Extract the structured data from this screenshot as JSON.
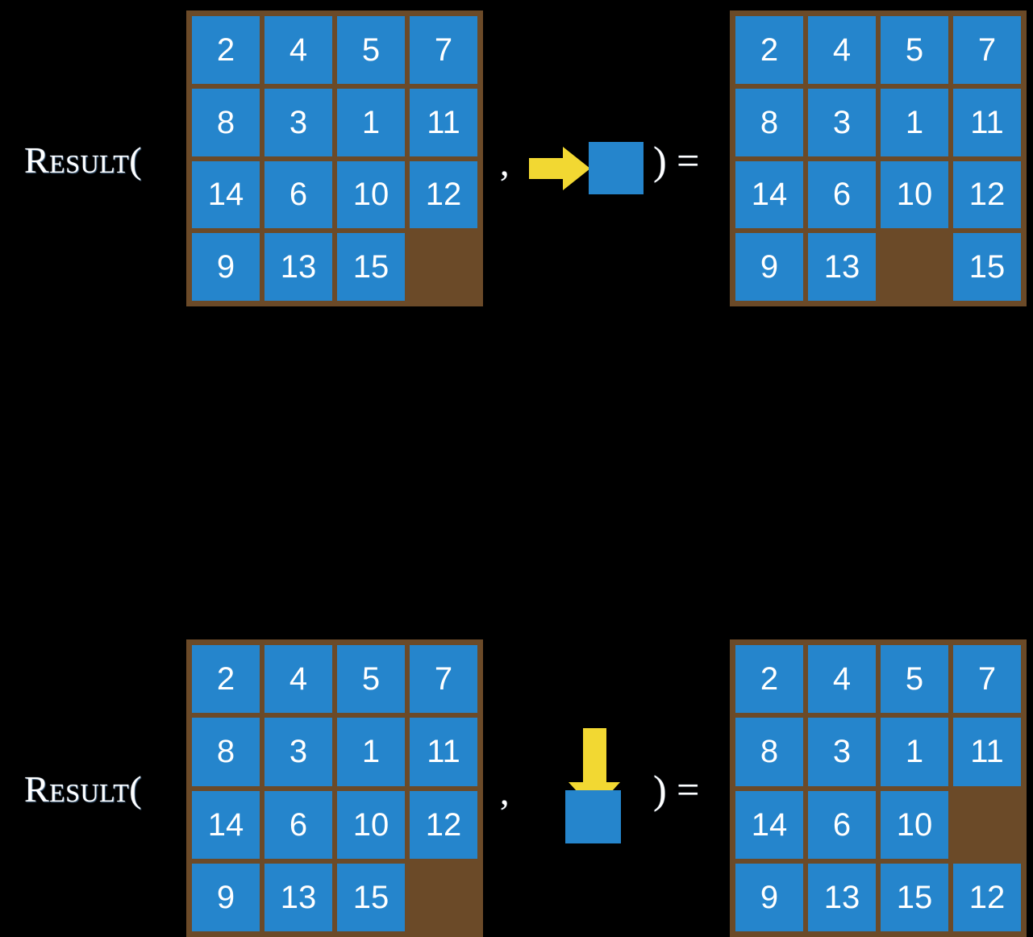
{
  "figure": {
    "title_text": "Result",
    "background_color": "#000000",
    "board_frame_color": "#6b4a28",
    "tile_color": "#2585cc",
    "tile_text_color": "#ffffff",
    "arrow_color": "#f2d832",
    "empty_label": ""
  },
  "rows": [
    {
      "name": "move-right-example",
      "label": "Result(",
      "comma": ",",
      "close_paren_equals": ") =",
      "input_board": {
        "rows": 4,
        "cols": 4,
        "tiles": [
          [
            "2",
            "4",
            "5",
            "7"
          ],
          [
            "8",
            "3",
            "1",
            "11"
          ],
          [
            "14",
            "6",
            "10",
            "12"
          ],
          [
            "9",
            "13",
            "15",
            ""
          ]
        ]
      },
      "action": {
        "icon": "arrow-right-icon",
        "direction": "right",
        "description": "blank moves right"
      },
      "output_board": {
        "rows": 4,
        "cols": 4,
        "tiles": [
          [
            "2",
            "4",
            "5",
            "7"
          ],
          [
            "8",
            "3",
            "1",
            "11"
          ],
          [
            "14",
            "6",
            "10",
            "12"
          ],
          [
            "9",
            "13",
            "",
            "15"
          ]
        ]
      }
    },
    {
      "name": "move-down-example",
      "label": "Result(",
      "comma": ",",
      "close_paren_equals": ") =",
      "input_board": {
        "rows": 4,
        "cols": 4,
        "tiles": [
          [
            "2",
            "4",
            "5",
            "7"
          ],
          [
            "8",
            "3",
            "1",
            "11"
          ],
          [
            "14",
            "6",
            "10",
            "12"
          ],
          [
            "9",
            "13",
            "15",
            ""
          ]
        ]
      },
      "action": {
        "icon": "arrow-down-icon",
        "direction": "down",
        "description": "blank moves down"
      },
      "output_board": {
        "rows": 4,
        "cols": 4,
        "tiles": [
          [
            "2",
            "4",
            "5",
            "7"
          ],
          [
            "8",
            "3",
            "1",
            "11"
          ],
          [
            "14",
            "6",
            "10",
            ""
          ],
          [
            "9",
            "13",
            "15",
            "12"
          ]
        ]
      }
    }
  ]
}
